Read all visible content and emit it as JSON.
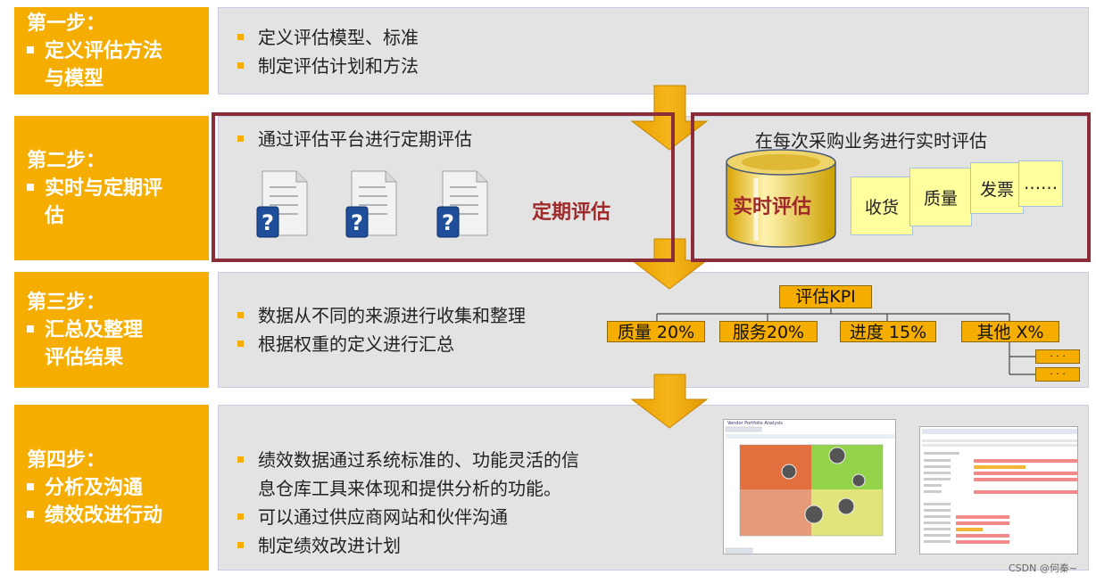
{
  "steps": [
    {
      "line1": "第一步：",
      "bullet": "定义评估方法",
      "line3": "与模型",
      "items": [
        "定义评估模型、标准",
        "制定评估计划和方法"
      ]
    },
    {
      "line1": "第二步：",
      "bullet": "实时与定期评",
      "line3": "估",
      "items": [
        "通过评估平台进行定期评估"
      ]
    },
    {
      "line1": "第三步：",
      "bullet": "汇总及整理",
      "line3": "评估结果",
      "items": [
        "数据从不同的来源进行收集和整理",
        "根据权重的定义进行汇总"
      ]
    },
    {
      "line1": "第四步：",
      "bullet1": "分析及沟通",
      "bullet2": "绩效改进行动",
      "items": [
        "绩效数据通过系统标准的、功能灵活的信",
        "息仓库工具来体现和提供分析的功能。",
        "可以通过供应商网站和伙伴沟通",
        "制定绩效改进计划"
      ]
    }
  ],
  "periodic": {
    "label": "定期评估"
  },
  "realtime": {
    "title": "在每次采购业务进行实时评估",
    "cylinder_label": "实时评估",
    "notes": [
      "收货",
      "质量",
      "发票",
      "……"
    ]
  },
  "kpi": {
    "root": "评估KPI",
    "items": [
      "质量 20%",
      "服务20%",
      "进度 15%",
      "其他 X%"
    ],
    "subitems": [
      "· · ·",
      "· · ·"
    ]
  },
  "vendor_chart": {
    "title": "Vendor Portfolio Analysis"
  },
  "watermark": "CSDN @何秦~",
  "colors": {
    "accent": "#f5ad00",
    "frame": "#8b2d38",
    "panel": "#e3e3e3"
  }
}
